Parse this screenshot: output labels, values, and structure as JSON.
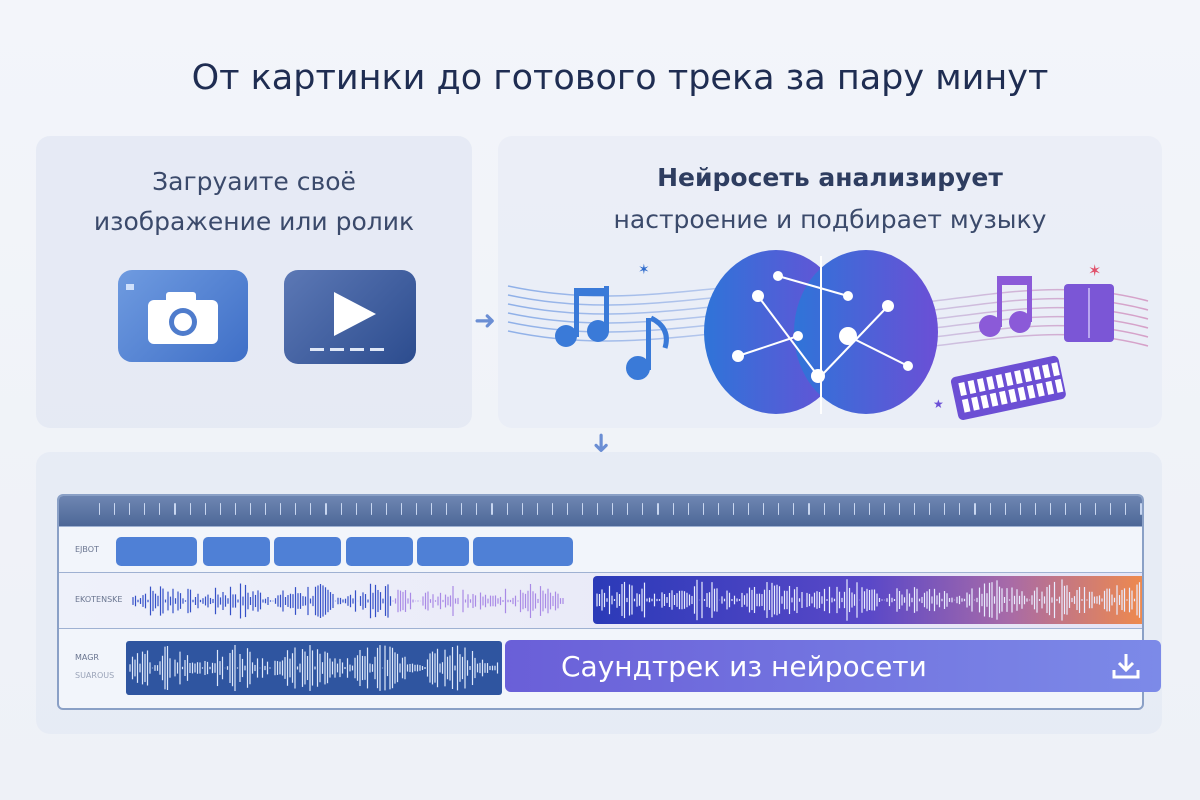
{
  "title": "От картинки до готового трека за пару минут",
  "step1": {
    "line1": "Загруаите своё",
    "line2": "изображение или ролик",
    "icons": [
      "camera-icon",
      "video-play-icon"
    ]
  },
  "step2": {
    "line1": "Нейросеть анализирует",
    "line2": "настроение и подбирает музыку",
    "icons": [
      "music-note-icon",
      "brain-network-icon",
      "keyboard-icon",
      "speaker-icon"
    ]
  },
  "timeline": {
    "tracks": [
      {
        "label": "EJBOT"
      },
      {
        "label": "EKOTENSKE"
      },
      {
        "label": "MAGR",
        "sublabel": "SUAROUS"
      }
    ],
    "cta_label": "Саундтрек из нейросети",
    "cta_icon": "download-icon"
  },
  "colors": {
    "title": "#1f2d52",
    "accent_blue": "#4f80d6",
    "accent_purple": "#6a5fd8",
    "orange": "#f08a4b"
  }
}
